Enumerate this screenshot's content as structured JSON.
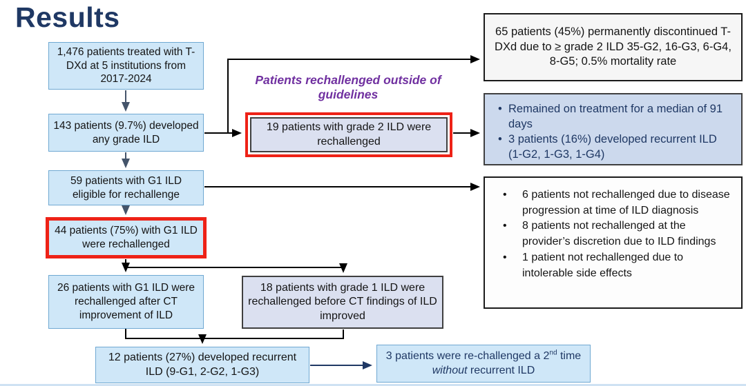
{
  "title": "Results",
  "annotation": "Patients rechallenged outside of guidelines",
  "flow": {
    "treated": "1,476 patients treated with T-DXd at 5 institutions from 2017-2024",
    "any_grade_ild": "143 patients (9.7%) developed any grade ILD",
    "eligible": "59 patients with G1 ILD eligible for rechallenge",
    "g1_rechallenged": "44 patients (75%) with G1 ILD were rechallenged",
    "after_ct": "26 patients with G1 ILD were rechallenged after CT improvement of ILD",
    "before_ct": "18 patients with grade 1 ILD were rechallenged before CT findings of ILD improved",
    "grade2_rechallenged": "19 patients with grade 2 ILD were rechallenged",
    "recurrent": "12 patients (27%) developed recurrent ILD (9-G1, 2-G2, 1-G3)",
    "second_rechallenge": {
      "parts": [
        "3 patients were re-challenged a 2",
        "nd",
        " time ",
        "without",
        " recurrent ILD"
      ]
    }
  },
  "right": {
    "discontinued": "65 patients (45%) permanently discontinued T-DXd due to ≥ grade 2 ILD 35-G2, 16-G3, 6-G4, 8-G5; 0.5% mortality rate",
    "grade2_outcomes": [
      "Remained on treatment for a median of 91 days",
      "3 patients (16%) developed recurrent ILD (1-G2, 1-G3, 1-G4)"
    ],
    "not_rechallenged": [
      "6 patients not rechallenged due to disease progression at time of ILD diagnosis",
      "8 patients not rechallenged at the provider’s discretion due to ILD findings",
      "1 patient not rechallenged due to intolerable side effects"
    ]
  },
  "colors": {
    "title_navy": "#1f3864",
    "box_blue_fill": "#cfe7f8",
    "box_blue_border": "#6fa8d2",
    "box_lavender_fill": "#dbe0f0",
    "highlight_red": "#ee2217",
    "annotation_purple": "#7030a0",
    "connector_black": "#000000",
    "connector_slate": "#44546a",
    "connector_navy": "#1f3864"
  }
}
